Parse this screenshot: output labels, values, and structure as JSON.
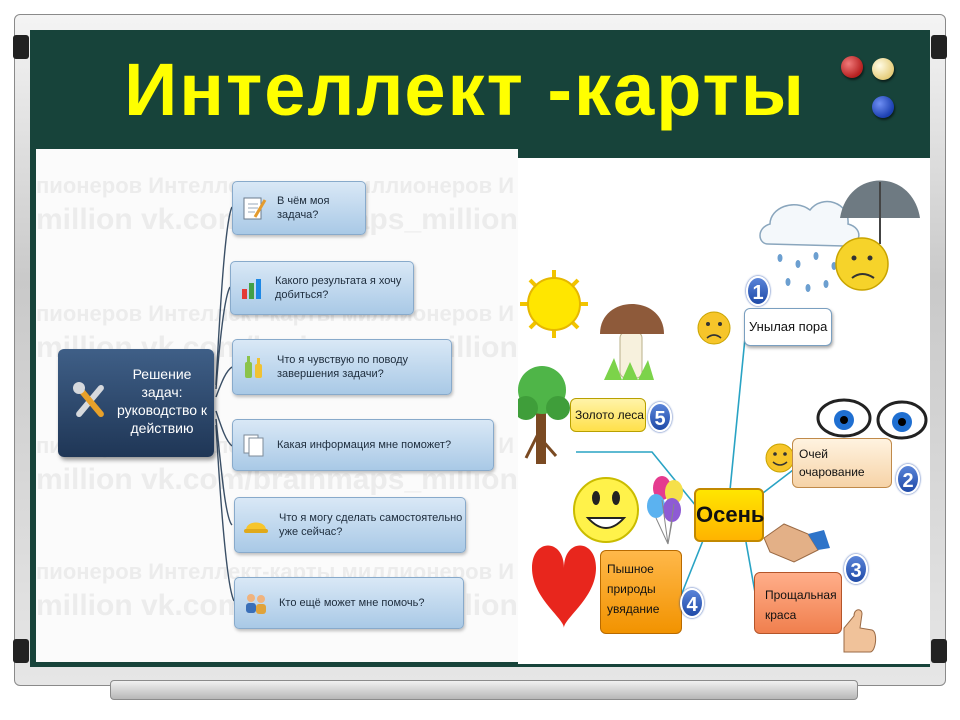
{
  "title": "Интеллект -карты",
  "colors": {
    "board": "#17433a",
    "title": "#ffff00",
    "magnets": [
      "#c62828",
      "#f3e39c",
      "#1b3fb0"
    ]
  },
  "left_map": {
    "watermark_rows": [
      "пионеров  Интеллект-карты миллионеров  И",
      "million  vk.com/brainmaps_million  v"
    ],
    "root": {
      "label": "Решение задач: руководство к действию",
      "icon": "tools-icon"
    },
    "branches": [
      {
        "label": "В чём моя задача?",
        "icon": "notepad-icon"
      },
      {
        "label": "Какого результата я хочу добиться?",
        "icon": "bar-chart-icon"
      },
      {
        "label": "Что я чувствую по поводу завершения задачи?",
        "icon": "bottles-icon"
      },
      {
        "label": "Какая информация мне поможет?",
        "icon": "documents-icon"
      },
      {
        "label": "Что я могу сделать самостоятельно уже сейчас?",
        "icon": "helmet-icon"
      },
      {
        "label": "Кто ещё может мне помочь?",
        "icon": "people-icon"
      }
    ]
  },
  "right_map": {
    "center": "Осень",
    "nodes": [
      {
        "label": "Унылая пора",
        "number": "1"
      },
      {
        "label": "Очей очарование",
        "number": "2"
      },
      {
        "label": "Прощальная краса",
        "number": "3"
      },
      {
        "label": "Пышное природы увядание",
        "number": "4"
      },
      {
        "label": "Золото леса",
        "number": "5"
      }
    ],
    "pictures": [
      "sun-icon",
      "mushroom-icon",
      "tree-icon",
      "cloud-icon",
      "umbrella-icon",
      "sad-face-icon",
      "eyes-icon",
      "smile-icon",
      "balloons-icon",
      "heart-icon",
      "handshake-icon",
      "thumbs-up-icon"
    ]
  }
}
